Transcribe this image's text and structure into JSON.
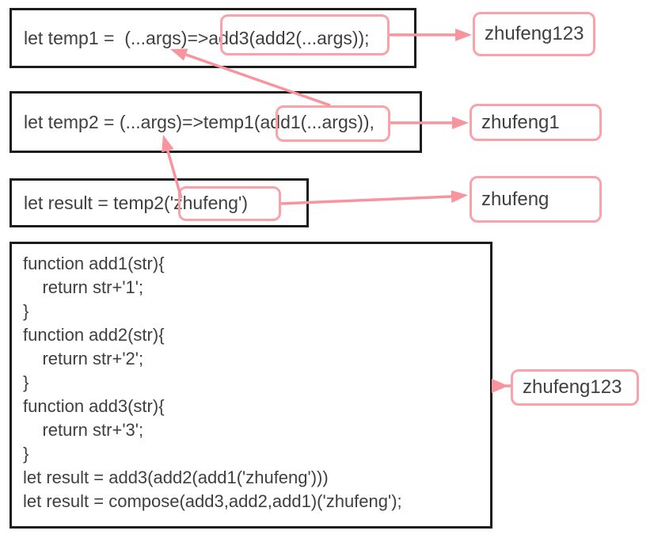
{
  "colors": {
    "arrow_pink": "#F7949E",
    "highlight_pink": "#F9A2AA",
    "box_border_black": "#1D1D1D",
    "code_text": "#3F3F3F",
    "background": "#FFFFFF"
  },
  "code_boxes": {
    "temp1": {
      "code": "let temp1 =  (...args)=>add3(add2(...args));",
      "highlighted_part": "add3(add2(...args));"
    },
    "temp2": {
      "code": "let temp2 = (...args)=>temp1(add1(...args)),",
      "highlighted_part": "(add1(...args)"
    },
    "result": {
      "code": "let result = temp2('zhufeng')",
      "highlighted_part": "('zhufeng')"
    },
    "functions": {
      "lines": [
        "function add1(str){",
        "    return str+'1';",
        "}",
        "function add2(str){",
        "    return str+'2';",
        "}",
        "function add3(str){",
        "    return str+'3';",
        "}",
        "let result = add3(add2(add1('zhufeng')))",
        "let result = compose(add3,add2,add1)('zhufeng');"
      ]
    }
  },
  "result_labels": {
    "temp1_output": "zhufeng123",
    "temp2_output": "zhufeng1",
    "result_input": "zhufeng",
    "functions_output": "zhufeng123"
  }
}
